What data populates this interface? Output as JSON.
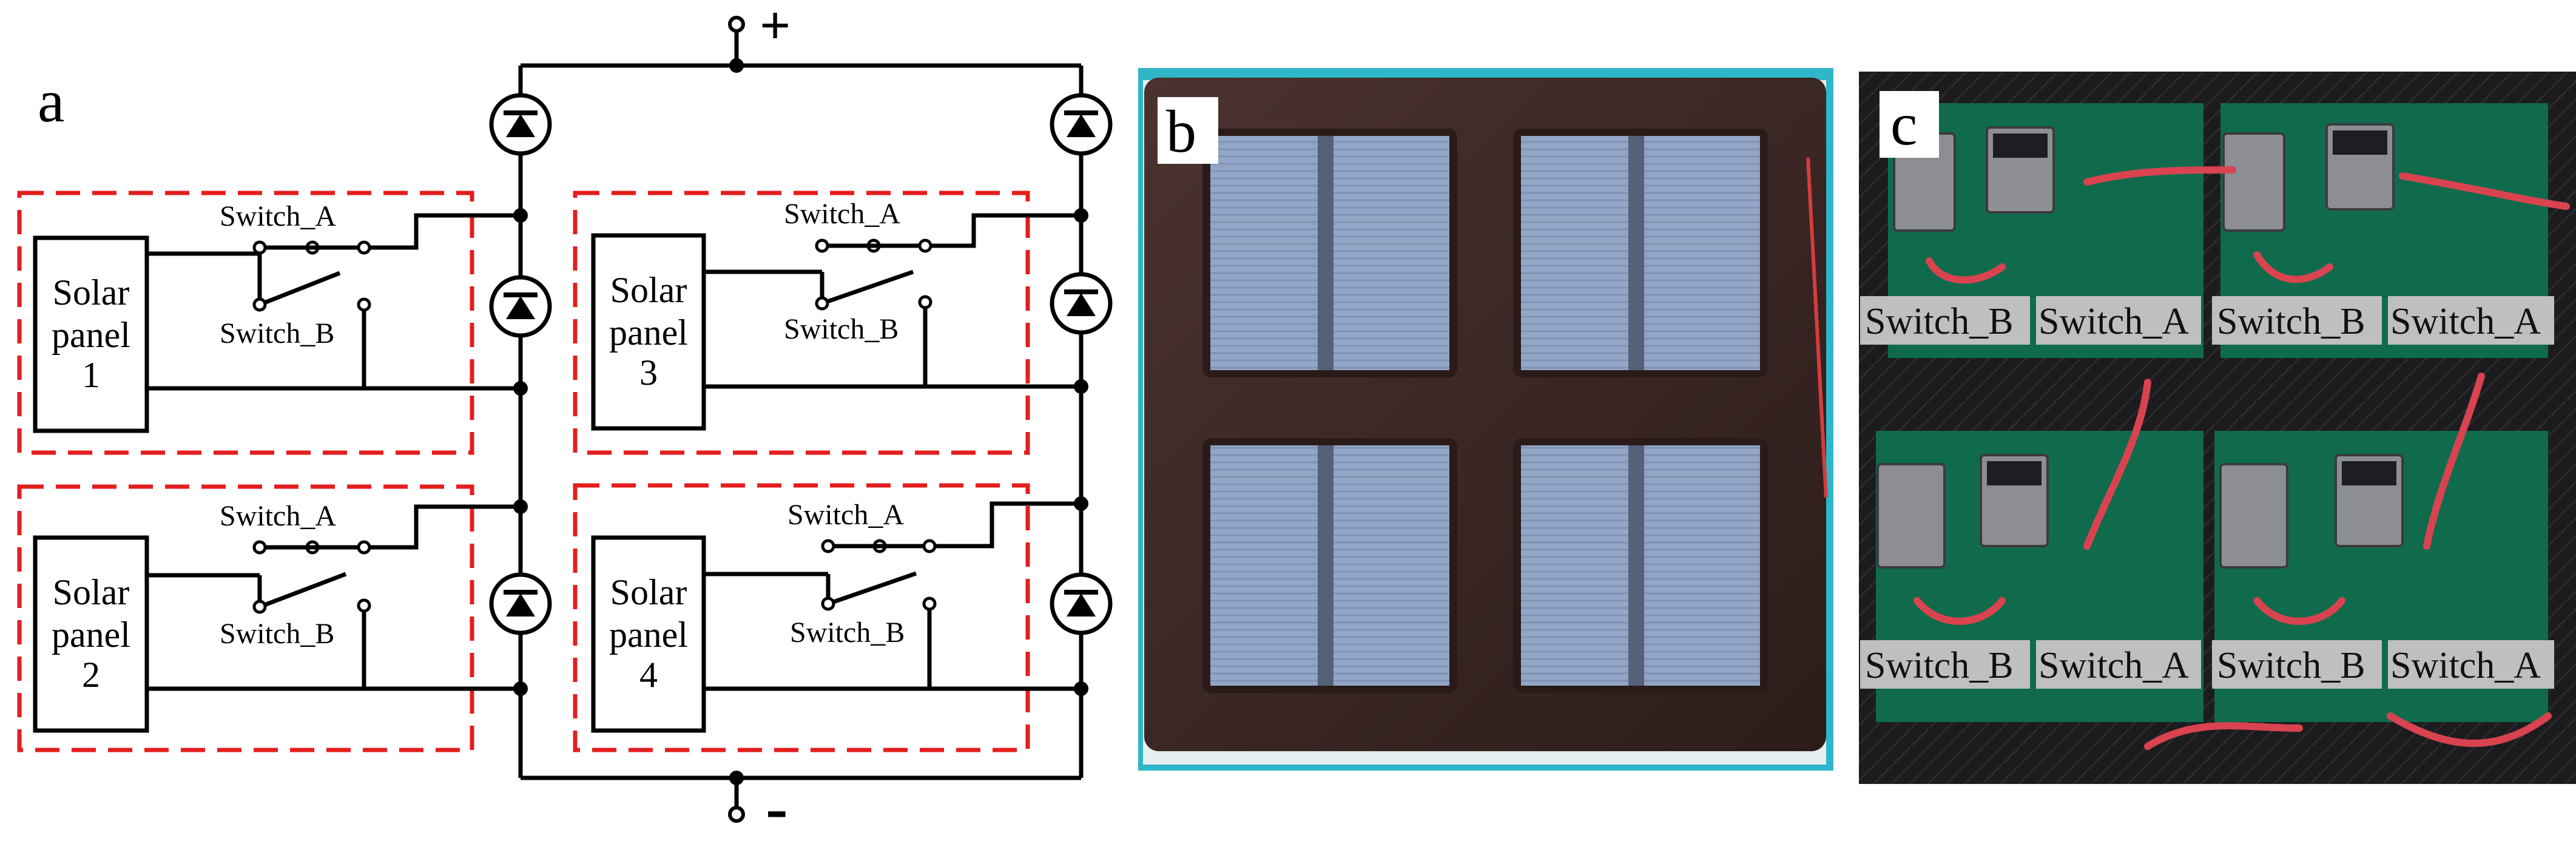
{
  "panels": {
    "a": {
      "letter": "a"
    },
    "b": {
      "letter": "b"
    },
    "c": {
      "letter": "c"
    }
  },
  "circuit": {
    "plus": "+",
    "minus": "-",
    "modules": [
      {
        "line1": "Solar",
        "line2": "panel",
        "line3": "1",
        "switch_a": "Switch_A",
        "switch_b": "Switch_B"
      },
      {
        "line1": "Solar",
        "line2": "panel",
        "line3": "2",
        "switch_a": "Switch_A",
        "switch_b": "Switch_B"
      },
      {
        "line1": "Solar",
        "line2": "panel",
        "line3": "3",
        "switch_a": "Switch_A",
        "switch_b": "Switch_B"
      },
      {
        "line1": "Solar",
        "line2": "panel",
        "line3": "4",
        "switch_a": "Switch_A",
        "switch_b": "Switch_B"
      }
    ]
  },
  "photo_c": {
    "labels": [
      "Switch_B",
      "Switch_A",
      "Switch_B",
      "Switch_A",
      "Switch_B",
      "Switch_A",
      "Switch_B",
      "Switch_A"
    ]
  },
  "colors": {
    "dashed_border": "#e41e1e",
    "frame_b": "#2fb6c8",
    "pcb_green": "#0f6b4c",
    "cell_blue": "#8ea2c2"
  }
}
